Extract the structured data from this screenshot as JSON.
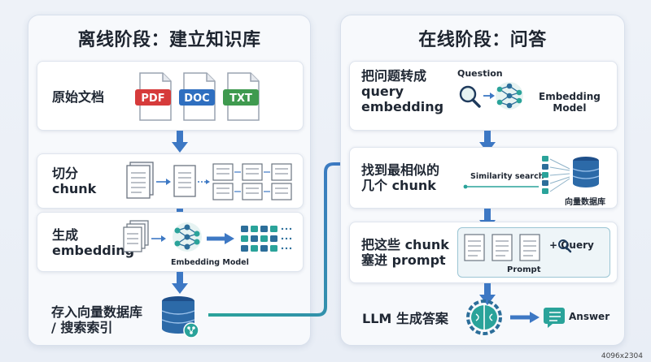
{
  "left": {
    "title": "离线阶段：建立知识库",
    "steps": [
      {
        "label": "原始文档",
        "files": [
          "PDF",
          "DOC",
          "TXT"
        ]
      },
      {
        "label": "切分\nchunk"
      },
      {
        "label": "生成\nembedding",
        "model_caption": "Embedding Model"
      },
      {
        "label": "存入向量数据库\n/ 搜索索引"
      }
    ]
  },
  "right": {
    "title": "在线阶段：问答",
    "steps": [
      {
        "label": "把问题转成\nquery\nembedding",
        "question_caption": "Question",
        "model_caption": "Embedding\nModel"
      },
      {
        "label": "找到最相似的\n几个 chunk",
        "search_caption": "Similarity search",
        "db_caption": "向量数据库"
      },
      {
        "label": "把这些 chunk\n塞进 prompt",
        "prompt_caption": "Prompt",
        "query_caption": "+ Query"
      },
      {
        "label": "LLM 生成答案",
        "answer_caption": "Answer"
      }
    ]
  },
  "corner_tag": "4096x2304",
  "colors": {
    "arrow": "#3d78c4",
    "teal": "#2aa39a",
    "pdf": "#d63b3b",
    "doc": "#2f6fc0",
    "txt": "#3f9a4f"
  }
}
